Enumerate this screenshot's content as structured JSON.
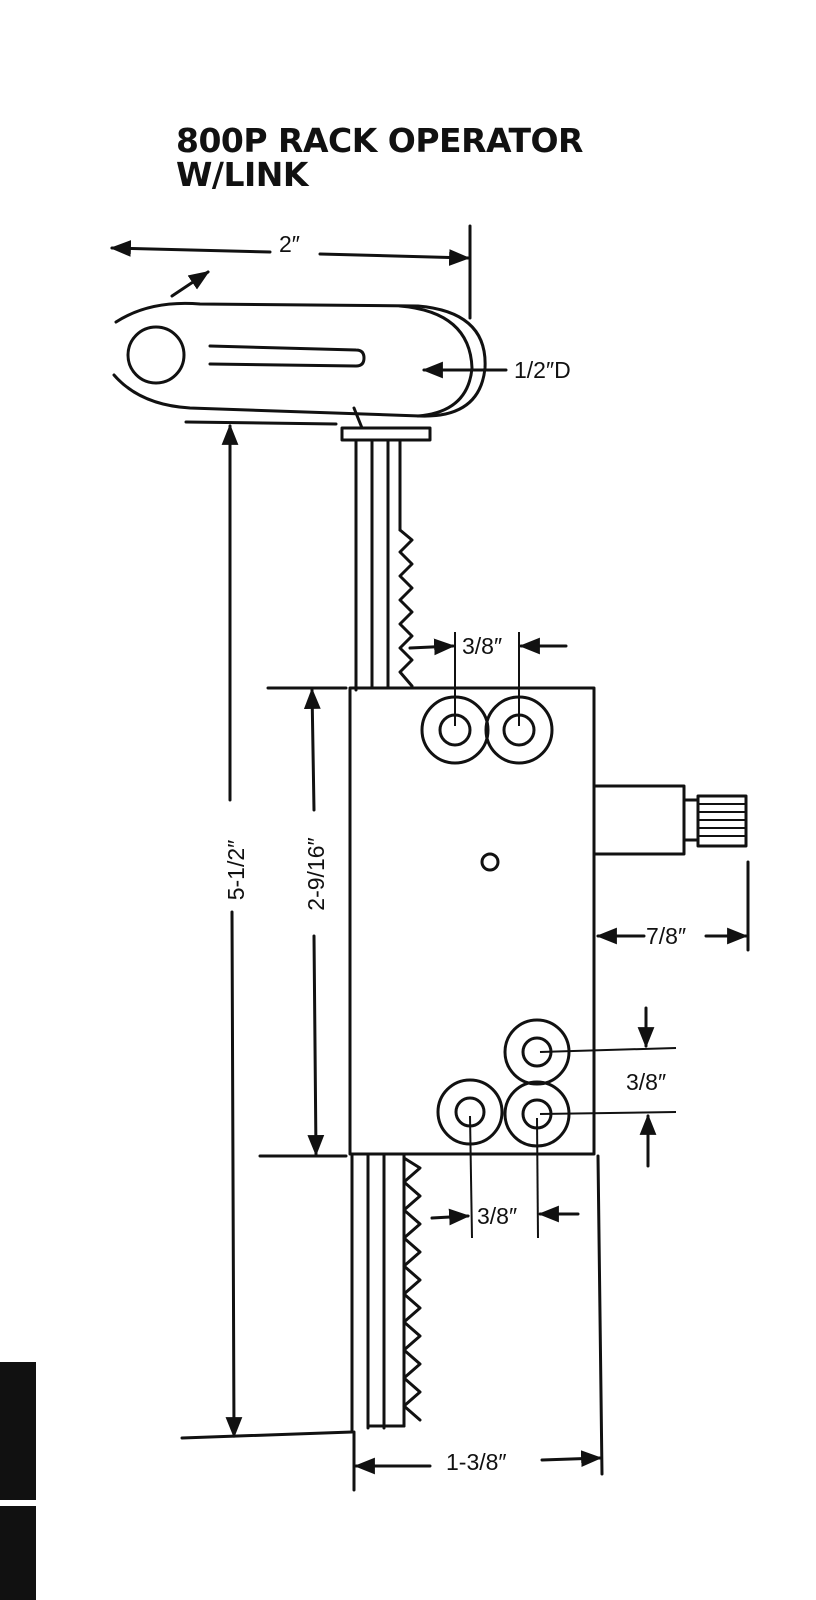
{
  "title": {
    "line1": "800P RACK OPERATOR",
    "line2": "W/LINK"
  },
  "dimensions": {
    "link_length": "2″",
    "link_end_diameter": "1/2″D",
    "overall_height": "5-1/2″",
    "housing_height": "2-9/16″",
    "top_hole_spacing": "3/8″",
    "shaft_extension": "7/8″",
    "side_hole_spacing_vertical": "3/8″",
    "bottom_hole_spacing": "3/8″",
    "housing_width": "1-3/8″"
  }
}
